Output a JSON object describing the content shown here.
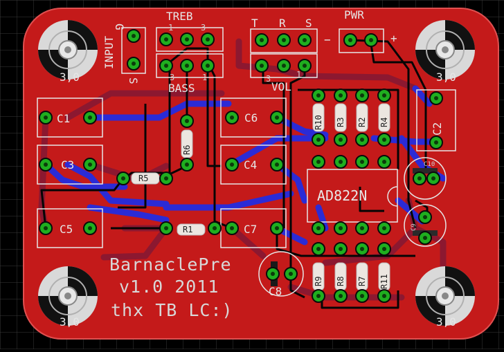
{
  "board": {
    "name_line1": "BarnaclePre",
    "name_line2": "v1.0 2011",
    "name_line3": "thx TB LC:)",
    "colors": {
      "board": "#c41a1a",
      "board_edge": "#e04040",
      "trace_top": "#8e1a2e",
      "trace_bottom": "#2a2ad0",
      "pad": "#20b020",
      "drill": "#0a3a0a",
      "silk": "#e6e6e6",
      "grid": "#333333"
    }
  },
  "labels": {
    "input": "INPUT",
    "input_pin1": "G",
    "input_pin2": "S",
    "treb": "TREB",
    "bass": "BASS",
    "treb_pin1": "1",
    "treb_pin3": "3",
    "bass_pin3": "3",
    "bass_pin1": "1",
    "t": "T",
    "r": "R",
    "s": "S",
    "vol": "VOL",
    "vol_pin3": "3",
    "vol_pin1": "1",
    "pwr": "PWR",
    "pwr_minus": "−",
    "pwr_plus": "+",
    "ic": "AD822N",
    "hole_label": "3,0"
  },
  "parts": {
    "c1": "C1",
    "c3": "C3",
    "c5": "C5",
    "c6": "C6",
    "c4": "C4",
    "c7": "C7",
    "c2": "C2",
    "c8": "C8",
    "c9": "C9",
    "c10": "C10",
    "r1": "R1",
    "r5": "R5",
    "r6": "R6",
    "r10": "R10",
    "r3": "R3",
    "r2": "R2",
    "r4": "R4",
    "r9": "R9",
    "r8": "R8",
    "r7": "R7",
    "r11": "R11"
  }
}
